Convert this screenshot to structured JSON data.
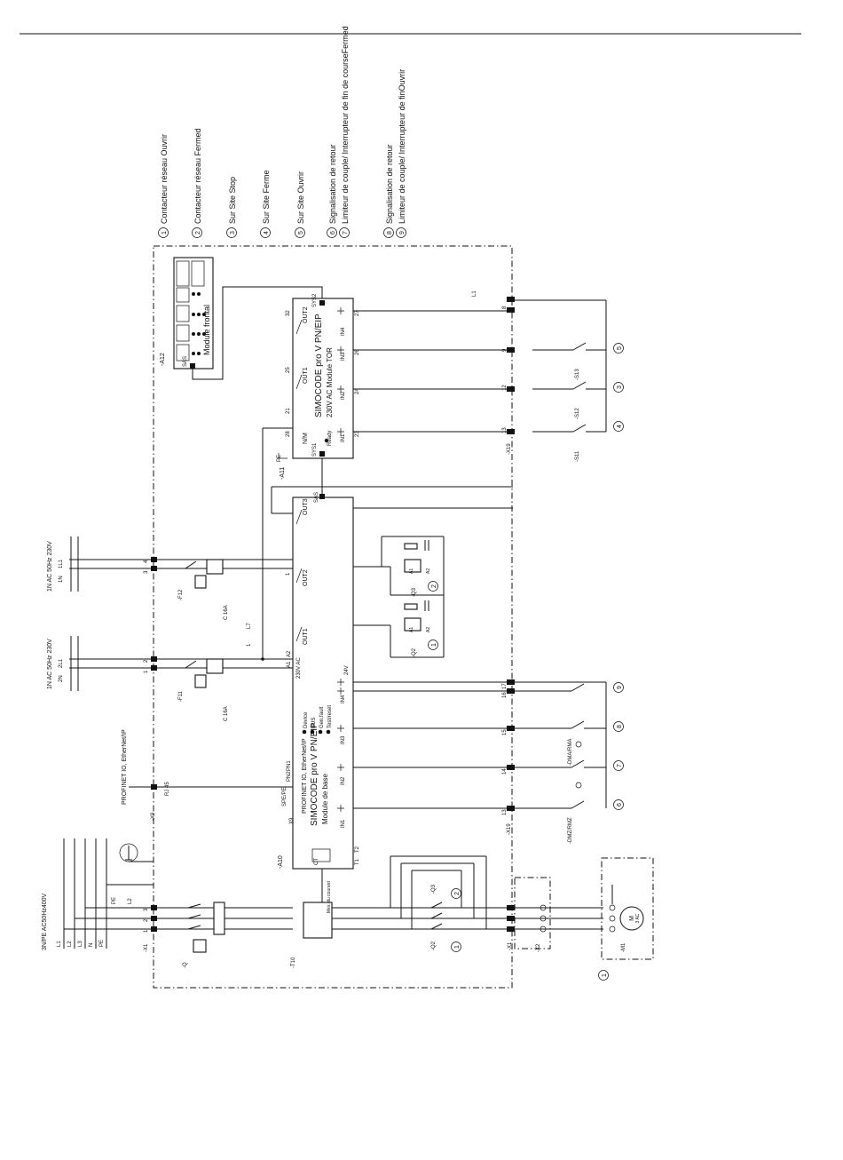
{
  "legend": [
    {
      "num": "1",
      "text": "Contacteur réseau Ouvrir"
    },
    {
      "num": "2",
      "text": "Contacteur réseau Fermed"
    },
    {
      "num": "3",
      "text": "Sur Site Stop"
    },
    {
      "num": "4",
      "text": "Sur Site Ferme"
    },
    {
      "num": "5",
      "text": "Sur Site Ouvrir"
    },
    {
      "num": "6",
      "text": "Signalisation de retour"
    },
    {
      "num": "7",
      "text": "Limiteur de couple/ Interrupteur de fin de courseFermed"
    },
    {
      "num": "8",
      "text": "Signalisation de retour"
    },
    {
      "num": "9",
      "text": "Limiteur de couple/ Interrupteur de finOuvrir"
    }
  ],
  "supplies": {
    "main": "3N/PE AC50Hz400V",
    "main_conductors": [
      "L1",
      "L2",
      "L3",
      "N",
      "PE"
    ],
    "supply1": "1N AC 50Hz 230V",
    "supply1_conductors": [
      "2L1",
      "2N"
    ],
    "supply2": "1N AC 50Hz 230V",
    "supply2_conductors": [
      "1L1",
      "1N"
    ],
    "profinet": "PROFINET IO, EtherNet/IP"
  },
  "components": {
    "q": "-Q",
    "x1": "-X1",
    "x1b": "-X1",
    "x2": "-X2",
    "x9": "-X9",
    "x19": "-X19",
    "x19b": "-X19",
    "t10": "-T10",
    "t10_label": "Mes. du courant",
    "a10": "-A10",
    "a11": "-A11",
    "a12": "-A12",
    "q2": "-Q2",
    "q3": "-Q3",
    "f11": "-F11",
    "f12": "-F12",
    "c16a_1": "C 16A",
    "c16a_2": "C 16A",
    "m1": "-M1",
    "motor": "M",
    "motor_ac": "3 AC",
    "s11": "-S11",
    "s12": "-S12",
    "s13": "-S13",
    "dmz": "-DMZ/RMZ",
    "dma": "-DMA/RMA",
    "pe": "PE",
    "l2": "L2"
  },
  "base_module": {
    "title": "SIMOCODE pro V PN/EIP",
    "subtitle": "Module de base",
    "protocol": "PROFINET IO, EtherNet/IP",
    "leds": [
      "Device",
      "BUS",
      "Gen.fault",
      "Test/reset"
    ],
    "supply": "230V AC",
    "terminals": {
      "a1": "A1",
      "a2": "A2",
      "in1": "IN1",
      "in2": "IN2",
      "in3": "IN3",
      "in4": "IN4",
      "out1": "OUT1",
      "out2": "OUT2",
      "out3": "OUT3",
      "sas": "SAS",
      "ct": "CT",
      "t1": "T1",
      "t2": "T2",
      "pn1": "PN1",
      "pn2": "PN2",
      "spe": "SPE/PE",
      "x9": "X9",
      "v24": "24V",
      "nc": "1"
    }
  },
  "dm_module": {
    "title": "SIMOCODE pro V PN/EIP",
    "subtitle": "230V AC Module TOR",
    "terminals": {
      "in1": "IN1",
      "in2": "IN2",
      "in3": "IN3",
      "in4": "IN4",
      "out1": "OUT1",
      "out2": "OUT2",
      "sys1": "SYS1",
      "sys2": "SYS2",
      "nm": "N/M",
      "ready": "Ready",
      "pe": "PE"
    },
    "pins": [
      "23",
      "24",
      "26",
      "27",
      "28",
      "21",
      "22",
      "25",
      "32"
    ]
  },
  "front_module": {
    "title": "Module frontal",
    "sas": "SAS"
  },
  "terminal_numbers": {
    "x1_top": [
      "1",
      "2",
      "3"
    ],
    "x19_top": [
      "13",
      "12",
      "10",
      "9",
      "8"
    ],
    "x19_bottom": [
      "13",
      "14",
      "15",
      "16",
      "17"
    ],
    "supply_terms": [
      "1",
      "2",
      "3",
      "4"
    ],
    "rj45": "RJ 45"
  },
  "notes": {
    "ten_a": "L1",
    "l7": "L7",
    "one": "1"
  }
}
